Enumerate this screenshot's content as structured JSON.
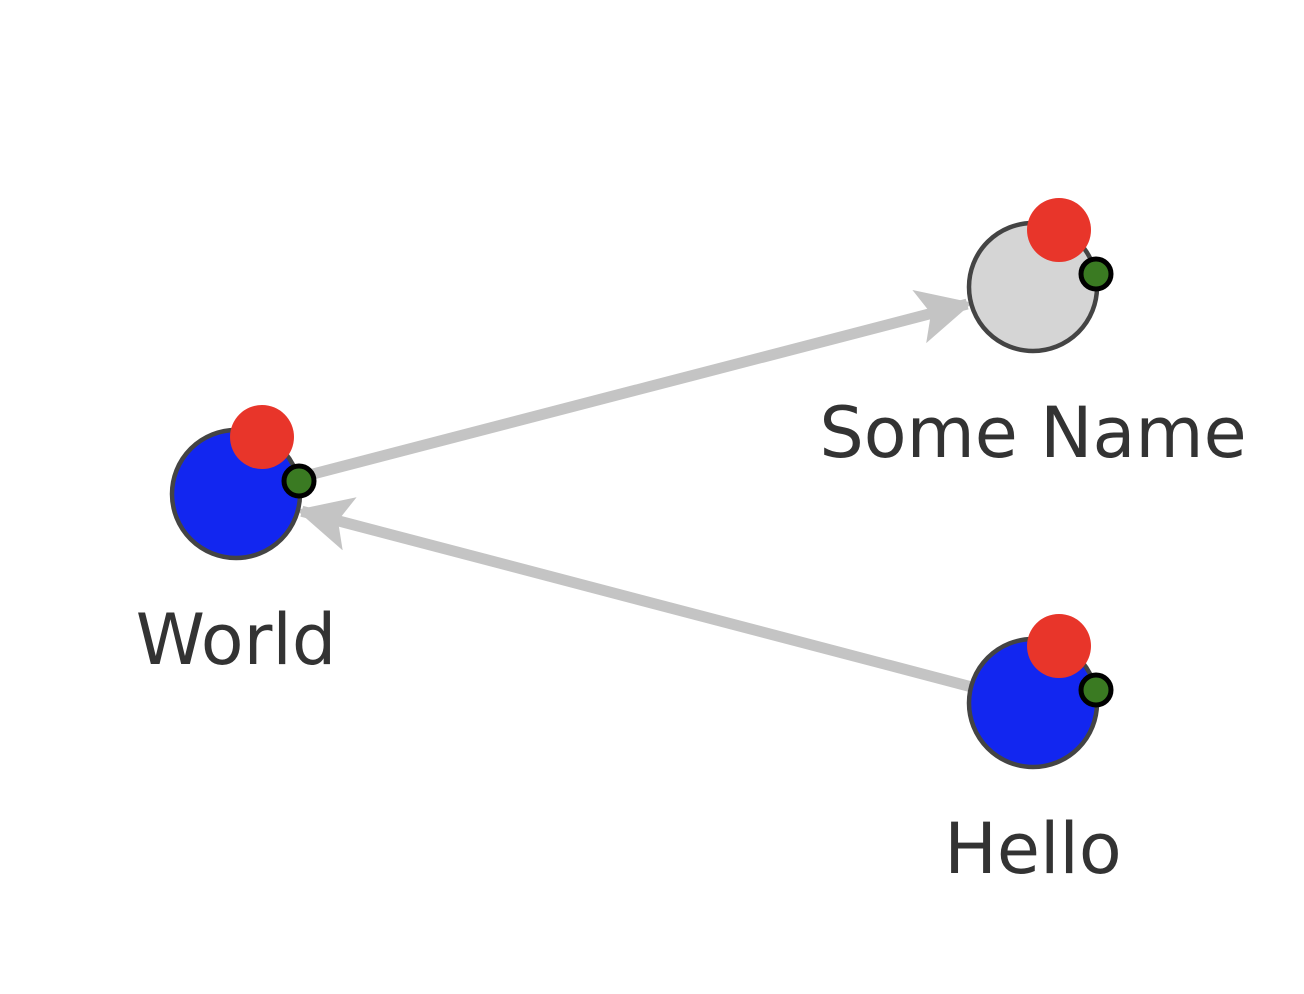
{
  "colors": {
    "edge": "#c4c4c4",
    "node_stroke": "#444444",
    "badge_red": "#e8352a",
    "badge_green": "#3a7a22",
    "badge_green_stroke": "#000000",
    "label_text": "#333333"
  },
  "nodes": [
    {
      "id": "world",
      "label": "World",
      "fill": "#1226f0"
    },
    {
      "id": "some-name",
      "label": "Some Name",
      "fill": "#d5d5d5"
    },
    {
      "id": "hello",
      "label": "Hello",
      "fill": "#1226f0"
    }
  ],
  "edges": [
    {
      "from": "world",
      "to": "some-name"
    },
    {
      "from": "hello",
      "to": "world"
    }
  ]
}
